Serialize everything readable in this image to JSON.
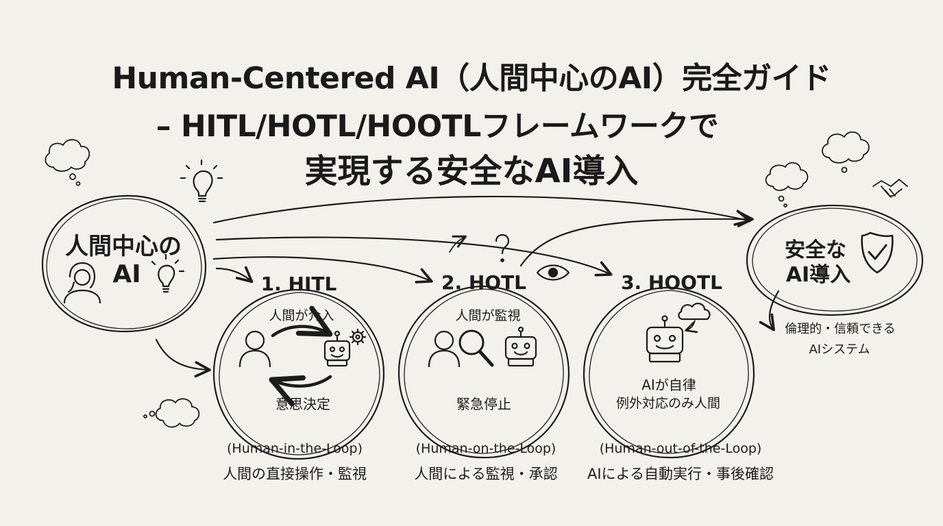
{
  "title": {
    "line1": "Human-Centered AI（人間中心のAI）完全ガイド",
    "line2": "– HITL/HOTL/HOOTLフレームワークで",
    "line3": "実現する安全なAI導入"
  },
  "source_node": {
    "line1": "人間中心の",
    "line2": "AI"
  },
  "frameworks": [
    {
      "heading": "1. HITL",
      "top_label": "人間が介入",
      "bottom_label": "意思決定",
      "full_name": "(Human-in-the-Loop)",
      "description": "人間の直接操作・監視"
    },
    {
      "heading": "2. HOTL",
      "top_label": "人間が監視",
      "bottom_label": "緊急停止",
      "full_name": "(Human-on-the-Loop)",
      "description": "人間による監視・承認"
    },
    {
      "heading": "3. HOOTL",
      "bottom_label_1": "AIが自律",
      "bottom_label_2": "例外対応のみ人間",
      "full_name": "(Human-out-of-the-Loop)",
      "description": "AIによる自動実行・事後確認"
    }
  ],
  "goal_node": {
    "line1": "安全な",
    "line2": "AI導入",
    "note_line1": "倫理的・信頼できる",
    "note_line2": "AIシステム"
  },
  "icons": [
    "person-icon",
    "robot-icon",
    "gear-icon",
    "lightbulb-icon",
    "eye-icon",
    "magnifier-icon",
    "cloud-icon",
    "shield-check-icon",
    "handshake-icon",
    "question-icon",
    "thought-bubble-icon",
    "cycle-arrows-icon"
  ],
  "colors": {
    "background": "#f3f1ec",
    "ink": "#1c1c1c"
  }
}
